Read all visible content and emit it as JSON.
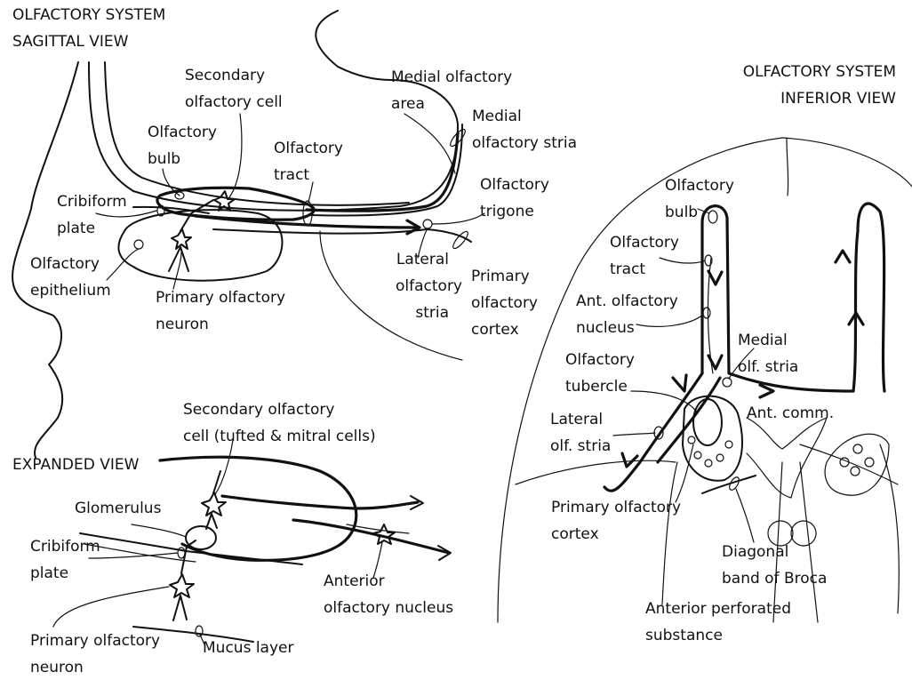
{
  "sagittal": {
    "title_lines": [
      "OLFACTORY SYSTEM",
      "SAGITTAL VIEW"
    ],
    "labels": {
      "secondary_olfactory_cell": [
        "Secondary",
        "olfactory cell"
      ],
      "medial_olfactory_area": [
        "Medial olfactory",
        "area"
      ],
      "medial_olfactory_stria": [
        "Medial",
        "olfactory stria"
      ],
      "olfactory_bulb": [
        "Olfactory",
        "bulb"
      ],
      "olfactory_tract": [
        "Olfactory",
        "tract"
      ],
      "olfactory_trigone": [
        "Olfactory",
        "trigone"
      ],
      "cribiform_plate": [
        "Cribiform",
        "plate"
      ],
      "olfactory_epithelium": [
        "Olfactory",
        "epithelium"
      ],
      "primary_olfactory_neuron": [
        "Primary olfactory",
        "neuron"
      ],
      "lateral_olfactory_stria": [
        "Lateral",
        "olfactory",
        "stria"
      ],
      "primary_olfactory_cortex": [
        "Primary",
        "olfactory",
        "cortex"
      ]
    }
  },
  "inferior": {
    "title_lines": [
      "OLFACTORY SYSTEM",
      "INFERIOR VIEW"
    ],
    "labels": {
      "olfactory_bulb": [
        "Olfactory",
        "bulb"
      ],
      "olfactory_tract": [
        "Olfactory",
        "tract"
      ],
      "ant_olfactory_nucleus": [
        "Ant. olfactory",
        "nucleus"
      ],
      "medial_olf_stria": [
        "Medial",
        "olf. stria"
      ],
      "olfactory_tubercle": [
        "Olfactory",
        "tubercle"
      ],
      "ant_comm": [
        "Ant. comm."
      ],
      "lateral_olf_stria": [
        "Lateral",
        "olf. stria"
      ],
      "primary_olfactory_cortex": [
        "Primary olfactory",
        "cortex"
      ],
      "diagonal_band_of_broca": [
        "Diagonal",
        "band of Broca"
      ],
      "anterior_perforated_substance": [
        "Anterior perforated",
        "substance"
      ]
    }
  },
  "expanded": {
    "title_lines": [
      "EXPANDED VIEW"
    ],
    "labels": {
      "secondary_olfactory_cell": [
        "Secondary olfactory",
        "cell (tufted & mitral cells)"
      ],
      "glomerulus": [
        "Glomerulus"
      ],
      "cribiform_plate": [
        "Cribiform",
        "plate"
      ],
      "anterior_olfactory_nucleus": [
        "Anterior",
        "olfactory nucleus"
      ],
      "primary_olfactory_neuron": [
        "Primary olfactory",
        "neuron"
      ],
      "mucus_layer": [
        "Mucus layer"
      ]
    }
  }
}
